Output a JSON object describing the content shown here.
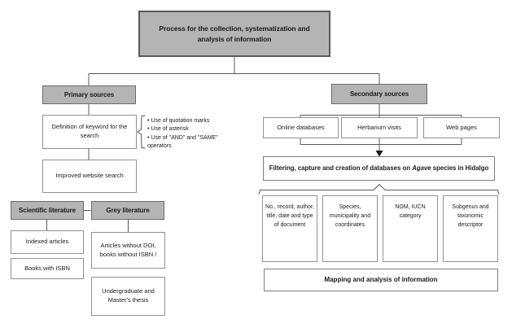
{
  "title": "Process for the collection, systematization and analysis of information",
  "primary": {
    "header": "Primary sources",
    "definition": "Definition of keyword for the search",
    "tips": [
      "Use of quotation marks",
      "Use of asterisk",
      "Use of \"AND\" and \"SAME\" operators"
    ],
    "improved": "Improved website search",
    "scientific": {
      "header": "Scientific literature",
      "items": [
        "Indexed articles",
        "Books with ISBN"
      ]
    },
    "grey": {
      "header": "Grey literature",
      "items": [
        "Articles without DOI, books without ISBN /",
        "Undergraduate and Master's thesis"
      ]
    }
  },
  "secondary": {
    "header": "Secondary sources",
    "sources": [
      "Online databases",
      "Herbarium visits",
      "Web pages"
    ],
    "filtering": {
      "prefix": "Filtering, capture and creation of databases on ",
      "italic": "Agave",
      "suffix": " species in Hidalgo"
    },
    "fields": [
      "No., record, author, title, date and type of document",
      "Species, municipality and coordinates",
      "NOM, IUCN category",
      "Subgenus and taxonomic descriptor"
    ],
    "mapping": "Mapping and analysis of information"
  },
  "colors": {
    "box_gray": "#b4b4b4",
    "border_dark": "#5a5a5a",
    "border_gray": "#6b6b6b",
    "border_light": "#929292",
    "line": "#595959",
    "text": "#1a1a1a"
  }
}
